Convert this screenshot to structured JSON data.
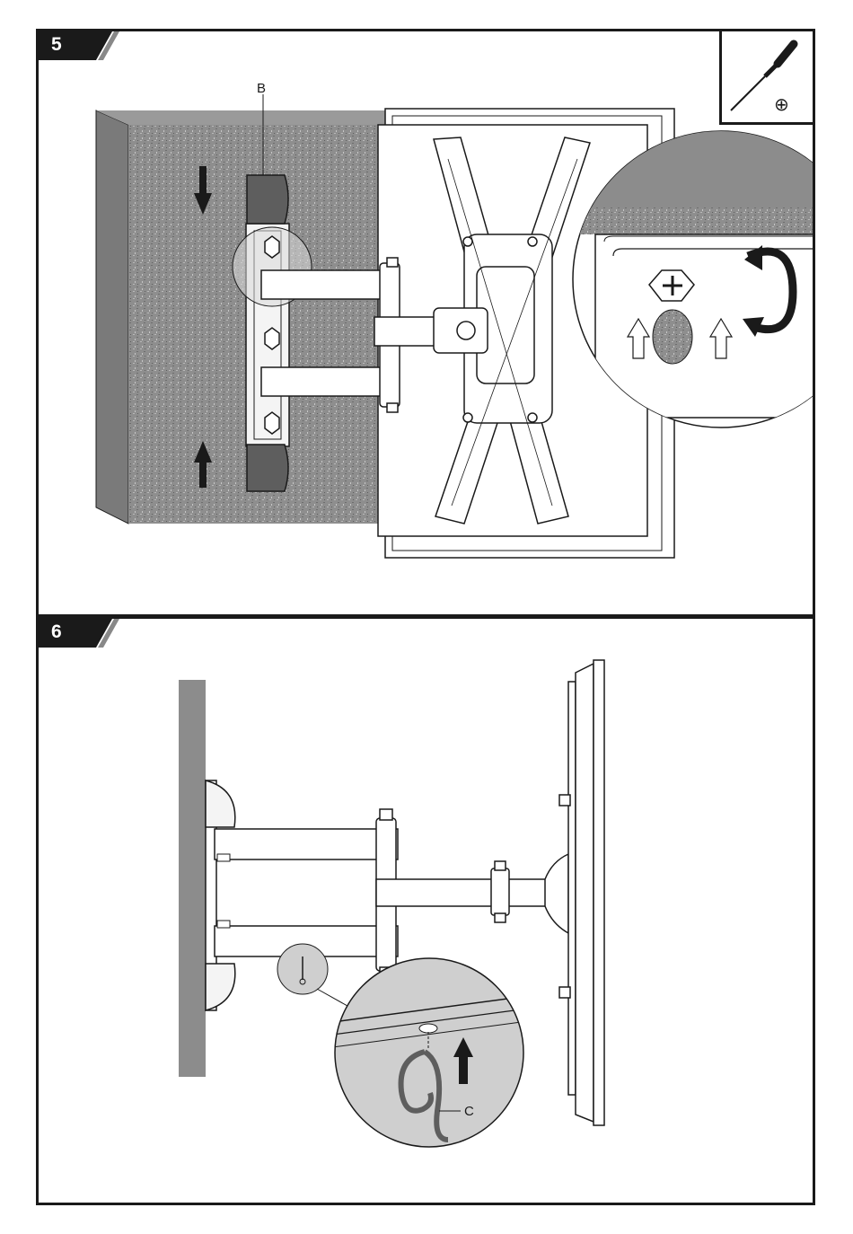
{
  "steps": [
    {
      "number": "5",
      "labels": {
        "bracket": "B"
      }
    },
    {
      "number": "6",
      "labels": {
        "hook": "C"
      }
    }
  ],
  "tool": {
    "icon": "phillips-screwdriver-icon",
    "symbol": "⊕"
  },
  "colors": {
    "frame": "#1a1a1a",
    "wall": "#8c8c8c",
    "wall_dark": "#7a7a7a",
    "cover": "#5e5e5e",
    "badge": "#1a1a1a",
    "badge_tail": "#888888"
  }
}
